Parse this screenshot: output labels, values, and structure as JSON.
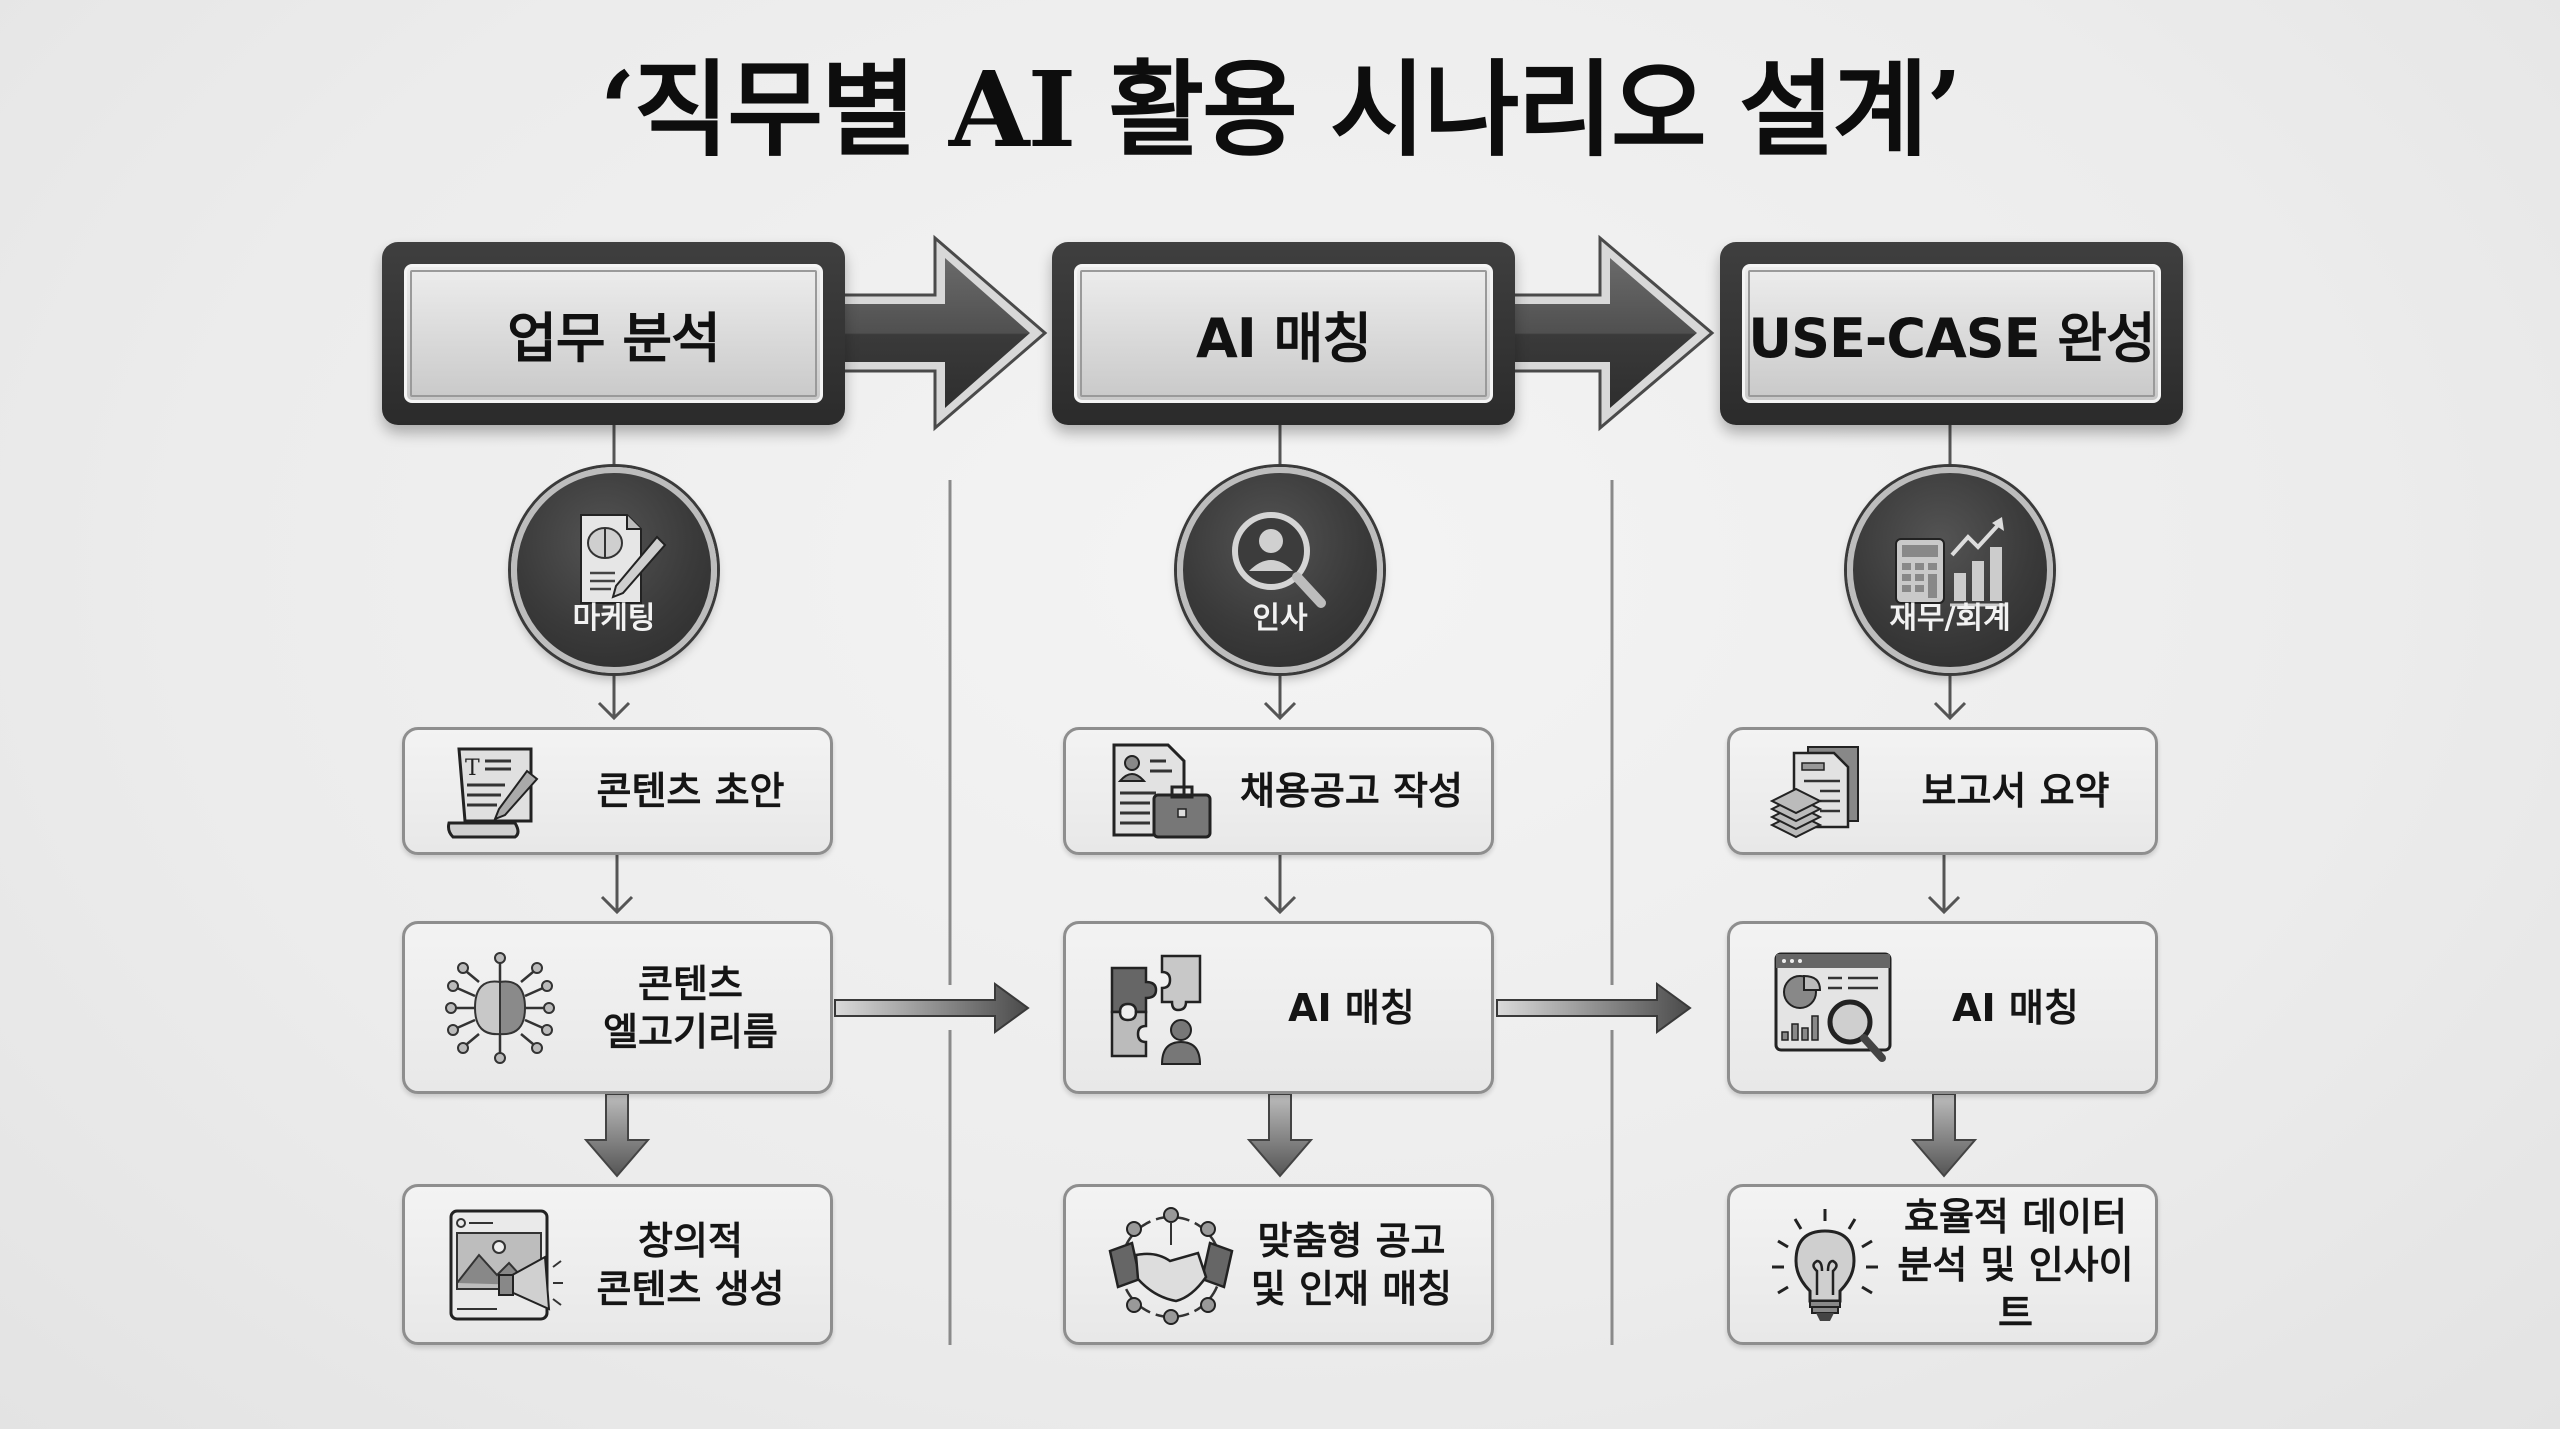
{
  "title": "‘직무별 AI 활용 시나리오 설계’",
  "stages": [
    {
      "label": "업무 분석"
    },
    {
      "label": "AI 매칭"
    },
    {
      "label": "USE-CASE 완성"
    }
  ],
  "columns": [
    {
      "role": {
        "label": "마케팅",
        "icon": "brain-document-pen-icon"
      },
      "steps": [
        {
          "lines": [
            "콘텐츠 초안"
          ],
          "icon": "scroll-pencil-icon"
        },
        {
          "lines": [
            "콘텐츠",
            "엘고기리름"
          ],
          "icon": "brain-network-icon"
        },
        {
          "lines": [
            "창의적",
            "콘텐츠 생성"
          ],
          "icon": "social-post-megaphone-icon"
        }
      ]
    },
    {
      "role": {
        "label": "인사",
        "icon": "person-magnifier-icon"
      },
      "steps": [
        {
          "lines": [
            "채용공고 작성"
          ],
          "icon": "resume-briefcase-icon"
        },
        {
          "lines": [
            "AI 매칭"
          ],
          "icon": "puzzle-person-icon"
        },
        {
          "lines": [
            "맞춤형 공고",
            "및 인재 매칭"
          ],
          "icon": "handshake-network-icon"
        }
      ]
    },
    {
      "role": {
        "label": "재무/회계",
        "icon": "calculator-chart-icon"
      },
      "steps": [
        {
          "lines": [
            "보고서 요약"
          ],
          "icon": "document-layers-icon"
        },
        {
          "lines": [
            "AI 매칭"
          ],
          "icon": "dashboard-magnifier-icon"
        },
        {
          "lines": [
            "효율적 데이터",
            "분석 및 인사이트"
          ],
          "icon": "lightbulb-icon"
        }
      ]
    }
  ]
}
